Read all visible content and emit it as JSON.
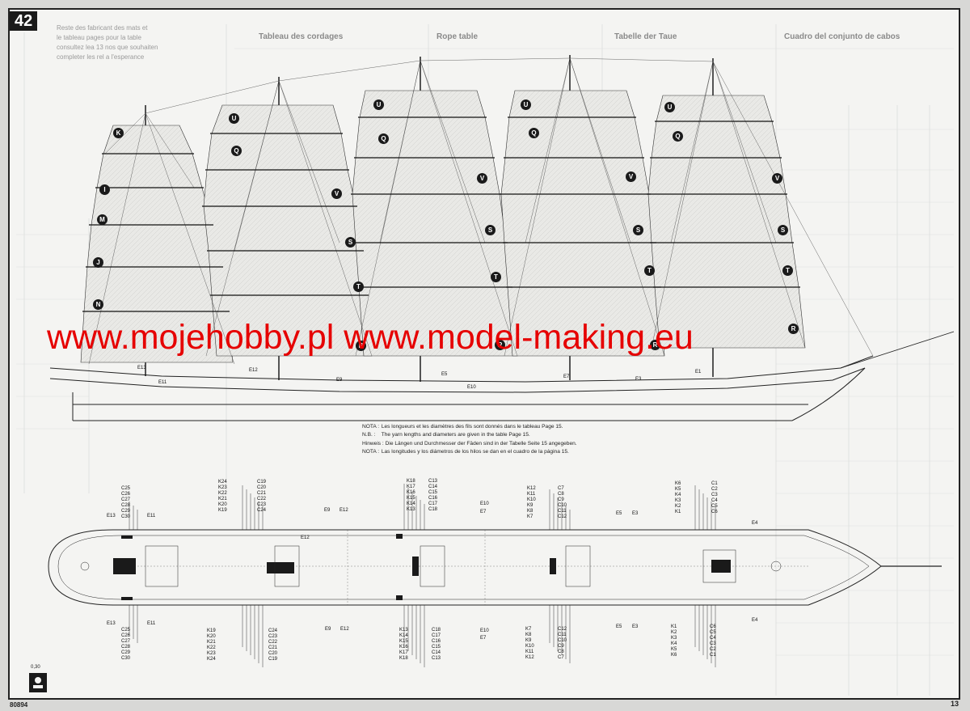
{
  "page": {
    "plan_number": "42",
    "catalog_number": "80894",
    "page_number": "13",
    "scale_mark": "0,30"
  },
  "watermark": {
    "text": "www.mojehobby.pl www.model-making.eu",
    "color": "#e60000"
  },
  "background_tables": {
    "headings": [
      "Tableau des cordages",
      "Rope table",
      "Tabelle der Taue",
      "Cuadro del conjunto de cabos"
    ],
    "side_note_lines": [
      "Reste des fabricant des mats et",
      "le tableau pages pour la table",
      "consultez lea 13 nos que souhaiten",
      "completer les rel a l'esperance"
    ]
  },
  "nota": {
    "lines": [
      {
        "prefix": "NOTA :",
        "text": "Les longueurs et les diamètres des fils sont donnés dans le tableau Page 15."
      },
      {
        "prefix": "N.B. :",
        "text": "The yarn lengths and diameters are given in the table Page 15."
      },
      {
        "prefix": "Hinweis :",
        "text": "Die Längen und Durchmesser der Fäden sind in der Tabelle Seite 15 angegeben."
      },
      {
        "prefix": "NOTA :",
        "text": "Las longitudes y los diámetros de los hilos se dan en el cuadro de la página 15."
      }
    ]
  },
  "sail_badges": [
    {
      "mast": "mast-1",
      "labels": [
        "K",
        "I",
        "M",
        "J",
        "N"
      ]
    },
    {
      "mast": "mast-2",
      "labels": [
        "U",
        "Q",
        "V",
        "S",
        "T",
        "R"
      ]
    },
    {
      "mast": "mast-3",
      "labels": [
        "U",
        "Q",
        "V",
        "S",
        "T",
        "R"
      ]
    },
    {
      "mast": "mast-4",
      "labels": [
        "U",
        "Q",
        "V",
        "S",
        "T",
        "R"
      ]
    },
    {
      "mast": "mast-5",
      "labels": [
        "U",
        "Q",
        "V",
        "S",
        "T",
        "R"
      ]
    }
  ],
  "hull_labels": [
    "E13",
    "E12",
    "E11",
    "E10",
    "E9",
    "E7",
    "E5",
    "E3",
    "E1"
  ],
  "deck_plan": {
    "upper_groups": [
      {
        "id": "g1",
        "codes": [
          "C25",
          "C26",
          "C27",
          "C28",
          "C29",
          "C30",
          "E13",
          "E11"
        ]
      },
      {
        "id": "g2",
        "codes": [
          "K24",
          "K23",
          "K22",
          "K21",
          "K20",
          "K19",
          "C19",
          "C20",
          "C21",
          "C22",
          "C23",
          "C24",
          "E12"
        ]
      },
      {
        "id": "g3",
        "codes": [
          "K18",
          "K17",
          "K16",
          "K15",
          "K14",
          "K13",
          "C13",
          "C14",
          "C15",
          "C16",
          "C17",
          "C18",
          "E9",
          "E12"
        ]
      },
      {
        "id": "g4",
        "codes": [
          "K12",
          "K11",
          "K10",
          "K9",
          "K8",
          "K7",
          "C7",
          "C8",
          "C9",
          "C10",
          "C11",
          "C12",
          "E10",
          "E7"
        ]
      },
      {
        "id": "g5",
        "codes": [
          "K6",
          "K5",
          "K4",
          "K3",
          "K2",
          "K1",
          "C1",
          "C2",
          "C3",
          "C4",
          "C5",
          "C6",
          "E5",
          "E3",
          "E4"
        ]
      }
    ],
    "lower_groups": [
      {
        "id": "g1",
        "codes": [
          "E13",
          "C25",
          "C26",
          "C27",
          "C28",
          "C29",
          "C30",
          "E11"
        ]
      },
      {
        "id": "g2",
        "codes": [
          "K19",
          "K20",
          "K21",
          "K22",
          "K23",
          "K24",
          "C24",
          "C23",
          "C22",
          "C21",
          "C20",
          "C19",
          "E9",
          "E12"
        ]
      },
      {
        "id": "g3",
        "codes": [
          "K13",
          "K14",
          "K15",
          "K16",
          "K17",
          "K18",
          "C18",
          "C17",
          "C16",
          "C15",
          "C14",
          "C13"
        ]
      },
      {
        "id": "g4",
        "codes": [
          "E10",
          "E7",
          "K7",
          "K8",
          "K9",
          "K10",
          "K11",
          "K12",
          "C12",
          "C11",
          "C10",
          "C9",
          "C8",
          "C7"
        ]
      },
      {
        "id": "g5",
        "codes": [
          "E5",
          "E3",
          "K1",
          "K2",
          "K3",
          "K4",
          "K5",
          "K6",
          "C6",
          "C5",
          "C4",
          "C3",
          "C2",
          "C1",
          "E4"
        ]
      }
    ]
  }
}
